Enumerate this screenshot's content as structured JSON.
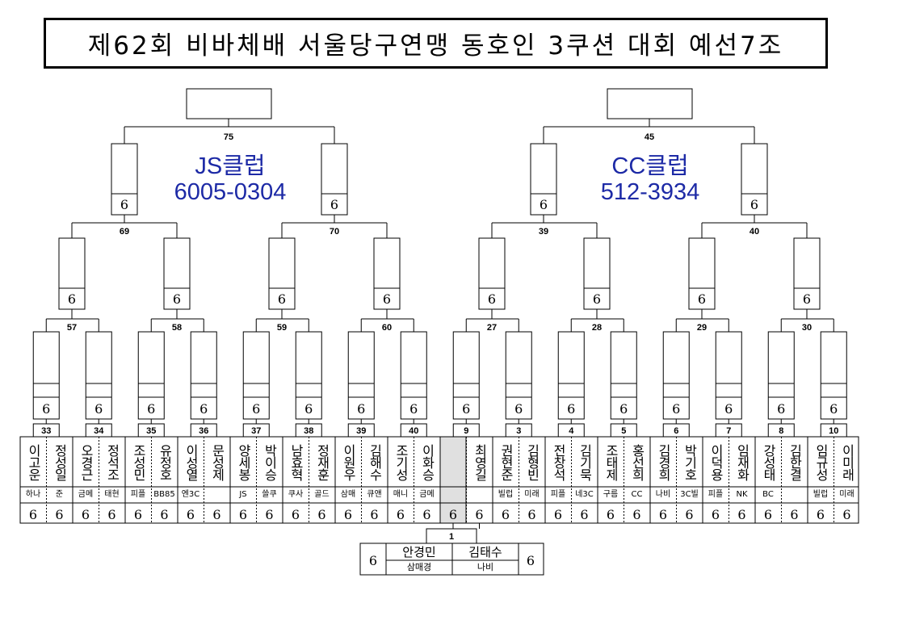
{
  "title": "제62회 비바체배 서울당구연맹 동호인 3쿠션 대회 예선7조",
  "score_glyph": "6",
  "clubs": {
    "left": {
      "name": "JS클럽",
      "phone": "6005-0304"
    },
    "right": {
      "name": "CC클럽",
      "phone": "512-3934"
    }
  },
  "match_numbers": {
    "top": [
      "75",
      "45"
    ],
    "semi": [
      "69",
      "70",
      "39",
      "40"
    ],
    "quarter": [
      "57",
      "58",
      "59",
      "60",
      "27",
      "28",
      "29",
      "30"
    ],
    "first": [
      "33",
      "34",
      "35",
      "36",
      "37",
      "38",
      "39",
      "40",
      "9",
      "3",
      "4",
      "5",
      "6",
      "7",
      "8",
      "10"
    ],
    "final": "1"
  },
  "players": [
    {
      "name": "이고운",
      "club": "하나"
    },
    {
      "name": "정성일",
      "club": "준"
    },
    {
      "name": "오경근",
      "club": "금메"
    },
    {
      "name": "정석조",
      "club": "태현"
    },
    {
      "name": "조성민",
      "club": "피플"
    },
    {
      "name": "유정호",
      "club": "BB85"
    },
    {
      "name": "이성열",
      "club": "엔3C"
    },
    {
      "name": "문성제",
      "club": ""
    },
    {
      "name": "양세봉",
      "club": "JS"
    },
    {
      "name": "박이승",
      "club": "쓸쿠"
    },
    {
      "name": "남효혁",
      "club": "쿠사"
    },
    {
      "name": "정재훈",
      "club": "골드"
    },
    {
      "name": "이원우",
      "club": "삼매"
    },
    {
      "name": "김해수",
      "club": "큐앤"
    },
    {
      "name": "조기성",
      "club": "매니"
    },
    {
      "name": "이화승",
      "club": "금메"
    },
    {
      "name": "",
      "club": ""
    },
    {
      "name": "최영길",
      "club": ""
    },
    {
      "name": "권현준",
      "club": "빌럽"
    },
    {
      "name": "김형빈",
      "club": "미래"
    },
    {
      "name": "전창석",
      "club": "피플"
    },
    {
      "name": "김기묵",
      "club": "네3C"
    },
    {
      "name": "조태제",
      "club": "구름"
    },
    {
      "name": "홍선희",
      "club": "CC"
    },
    {
      "name": "김경희",
      "club": "나비"
    },
    {
      "name": "박기호",
      "club": "3C빌"
    },
    {
      "name": "이덕용",
      "club": "피플"
    },
    {
      "name": "임재화",
      "club": "NK"
    },
    {
      "name": "강성태",
      "club": "BC"
    },
    {
      "name": "김한결",
      "club": ""
    },
    {
      "name": "임규성",
      "club": "빌럽"
    },
    {
      "name": "이미래",
      "club": "미래"
    }
  ],
  "final_match": {
    "left": {
      "name": "안경민",
      "club": "삼매경"
    },
    "right": {
      "name": "김태수",
      "club": "나비"
    }
  }
}
